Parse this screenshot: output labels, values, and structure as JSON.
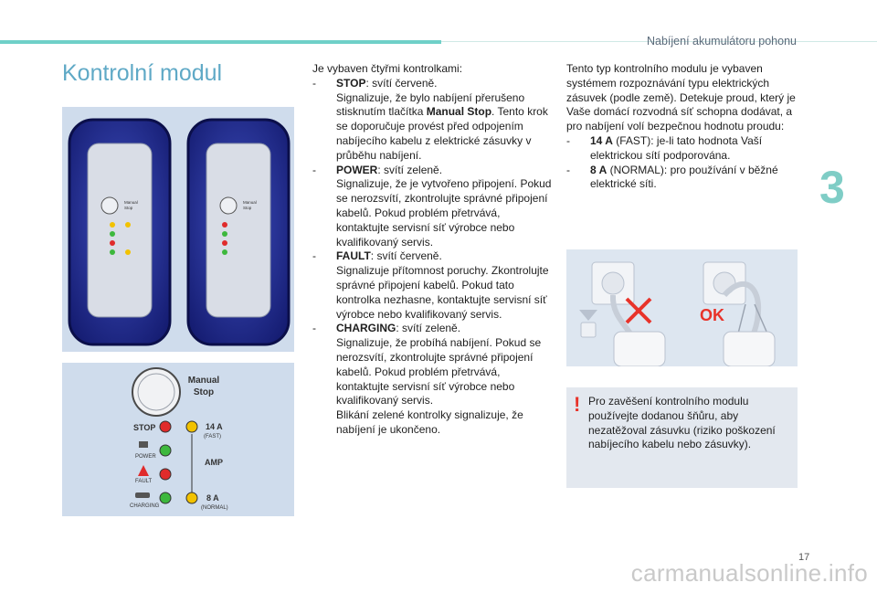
{
  "header": {
    "section_title": "Nabíjení akumulátoru pohonu",
    "chapter": "3"
  },
  "page_title": "Kontrolní modul",
  "page_number": "17",
  "watermark": "carmanualsonline.info",
  "colors": {
    "accent": "#6fd0c8",
    "title": "#5fa9c6",
    "warning": "#e8332a"
  },
  "figure_labels": {
    "manual": "Manual",
    "stop": "Stop",
    "stop_lamp": "STOP",
    "amp14": "14 A",
    "fast": "(FAST)",
    "amp": "AMP",
    "power": "POWER",
    "fault": "FAULT",
    "amp8": "8 A",
    "charging": "CHARGING",
    "normal": "(NORMAL)",
    "ok": "OK"
  },
  "mid": {
    "intro": "Je vybaven čtyřmi kontrolkami:",
    "items": [
      {
        "dash": "-",
        "name": "STOP",
        "status": ": svítí červeně.",
        "desc_a": "Signalizuje, že bylo nabíjení přerušeno stisknutím tlačítka ",
        "desc_bold": "Manual Stop",
        "desc_b": ". Tento krok se doporučuje provést před odpojením nabíjecího kabelu z elektrické zásuvky v průběhu nabíjení."
      },
      {
        "dash": "-",
        "name": "POWER",
        "status": ": svítí zeleně.",
        "desc": "Signalizuje, že je vytvořeno připojení. Pokud se nerozsvítí, zkontrolujte správné připojení kabelů. Pokud problém přetrvává, kontaktujte servisní síť výrobce nebo kvalifikovaný servis."
      },
      {
        "dash": "-",
        "name": "FAULT",
        "status": ": svítí červeně.",
        "desc": "Signalizuje přítomnost poruchy. Zkontrolujte správné připojení kabelů. Pokud tato kontrolka nezhasne, kontaktujte servisní síť výrobce nebo kvalifikovaný servis."
      },
      {
        "dash": "-",
        "name": "CHARGING",
        "status": ": svítí zeleně.",
        "desc": "Signalizuje, že probíhá nabíjení. Pokud se nerozsvítí, zkontrolujte správné připojení kabelů. Pokud problém přetrvává, kontaktujte servisní síť výrobce nebo kvalifikovaný servis.",
        "desc2": "Blikání zelené kontrolky signalizuje, že nabíjení je ukončeno."
      }
    ]
  },
  "right": {
    "intro": "Tento typ kontrolního modulu je vybaven systémem rozpoznávání typu elektrických zásuvek (podle země). Detekuje proud, který je Vaše domácí rozvodná síť schopna dodávat, a pro nabíjení volí bezpečnou hodnotu proudu:",
    "items": [
      {
        "dash": "-",
        "value": "14 A",
        "text": " (FAST): je-li tato hodnota Vaší elektrickou sítí podporována."
      },
      {
        "dash": "-",
        "value": "8 A",
        "text": " (NORMAL): pro používání v běžné elektrické síti."
      }
    ]
  },
  "warning": {
    "icon": "exclamation-icon",
    "mark": "!",
    "text": "Pro zavěšení kontrolního modulu používejte dodanou šňůru, aby nezatěžoval zásuvku (riziko poškození nabíjecího kabelu nebo zásuvky)."
  }
}
